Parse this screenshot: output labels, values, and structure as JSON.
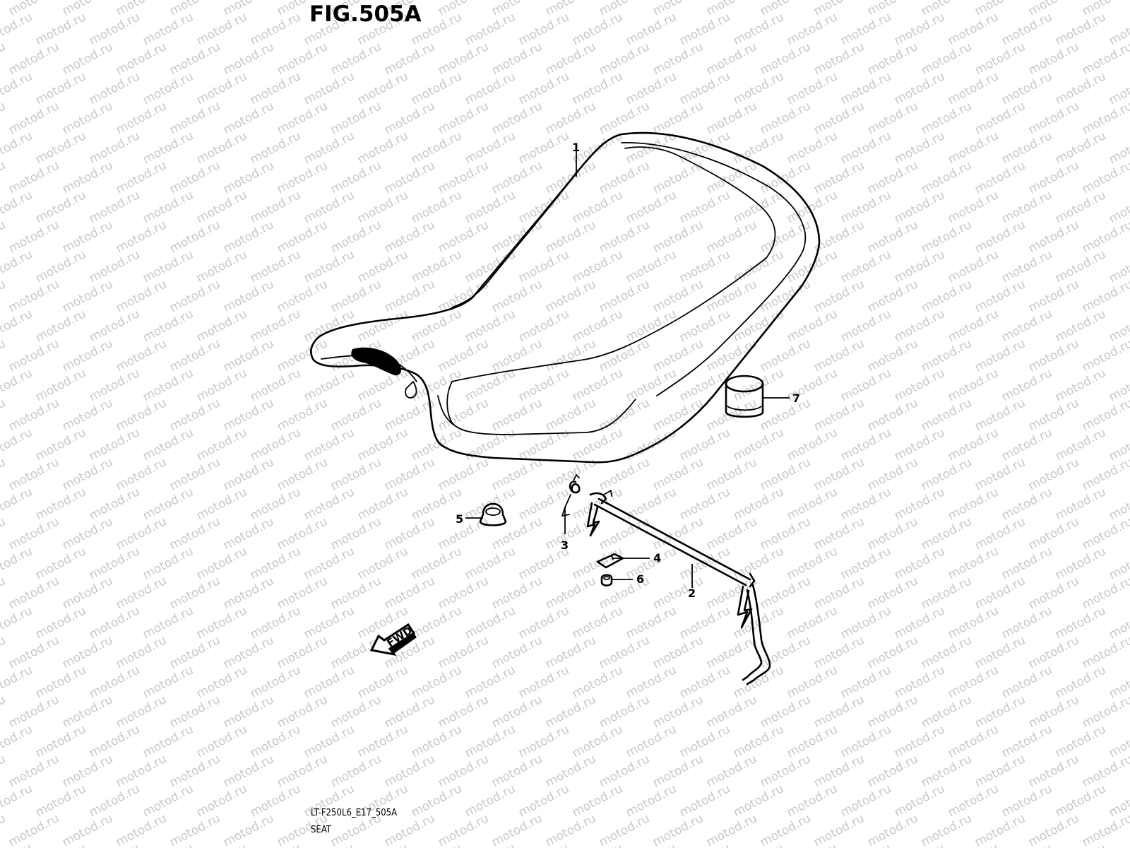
{
  "figure": {
    "title": "FIG.505A",
    "code": "LT-F250L6_E17_505A",
    "name": "SEAT"
  },
  "watermark": {
    "text": "motod.ru",
    "color": "#c8c8c8"
  },
  "direction_marker": {
    "label": "FWD",
    "icon": "fwd-arrow-icon"
  },
  "callouts": [
    {
      "number": "1",
      "part": "seat"
    },
    {
      "number": "2",
      "part": "seat-lock-rod"
    },
    {
      "number": "3",
      "part": "spring"
    },
    {
      "number": "4",
      "part": "plate"
    },
    {
      "number": "5",
      "part": "cushion"
    },
    {
      "number": "6",
      "part": "nut"
    },
    {
      "number": "7",
      "part": "cushion"
    }
  ]
}
